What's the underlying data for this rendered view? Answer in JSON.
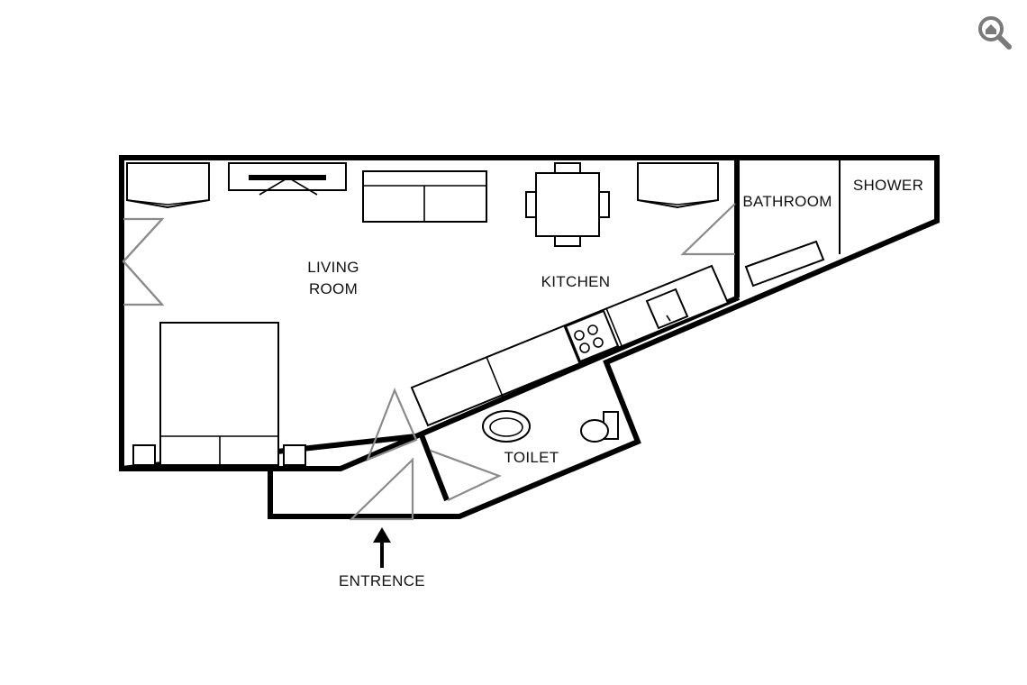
{
  "rooms": {
    "living_room": [
      "LIVING",
      "ROOM"
    ],
    "kitchen": "KITCHEN",
    "bathroom": "BATHROOM",
    "shower": "SHOWER",
    "toilet": "TOILET"
  },
  "entrance_label": "ENTRENCE",
  "toolbar": {
    "zoom_icon": "magnifier-home-icon"
  },
  "colors": {
    "walls": "#000000",
    "doors": "#8a8a8a",
    "icon": "#7a7a7a",
    "background": "#ffffff"
  }
}
